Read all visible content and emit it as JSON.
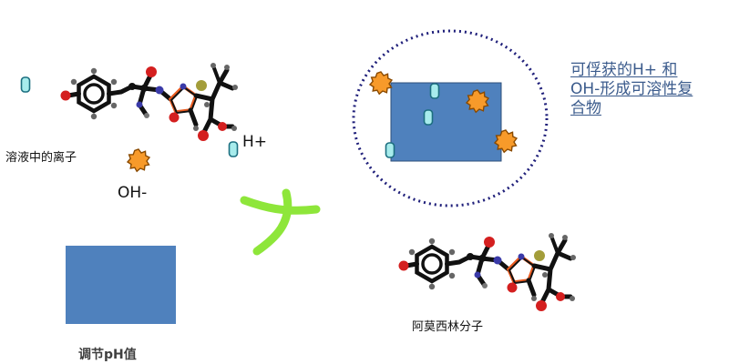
{
  "labels": {
    "ions_in_solution": "溶液中的离子",
    "hydroxide": "OH-",
    "proton": "H+",
    "adjust_ph": "调节pH值",
    "amoxicillin": "阿莫西林分子"
  },
  "complex_note": {
    "line1": "可俘获的H+ 和",
    "line2": "OH-形成可溶性复",
    "line3": "合物"
  },
  "colors": {
    "box": "#4f81bd",
    "proton": "#a7ecec",
    "hydroxide": "#f79a2a",
    "circle": "#1f1f7a",
    "arrow": "#8ee63a",
    "note": "#3b5b8c"
  },
  "icons": {
    "proton": "h-plus-capsule-icon",
    "hydroxide": "oh-minus-star-icon",
    "molecule": "amoxicillin-molecule-icon"
  }
}
